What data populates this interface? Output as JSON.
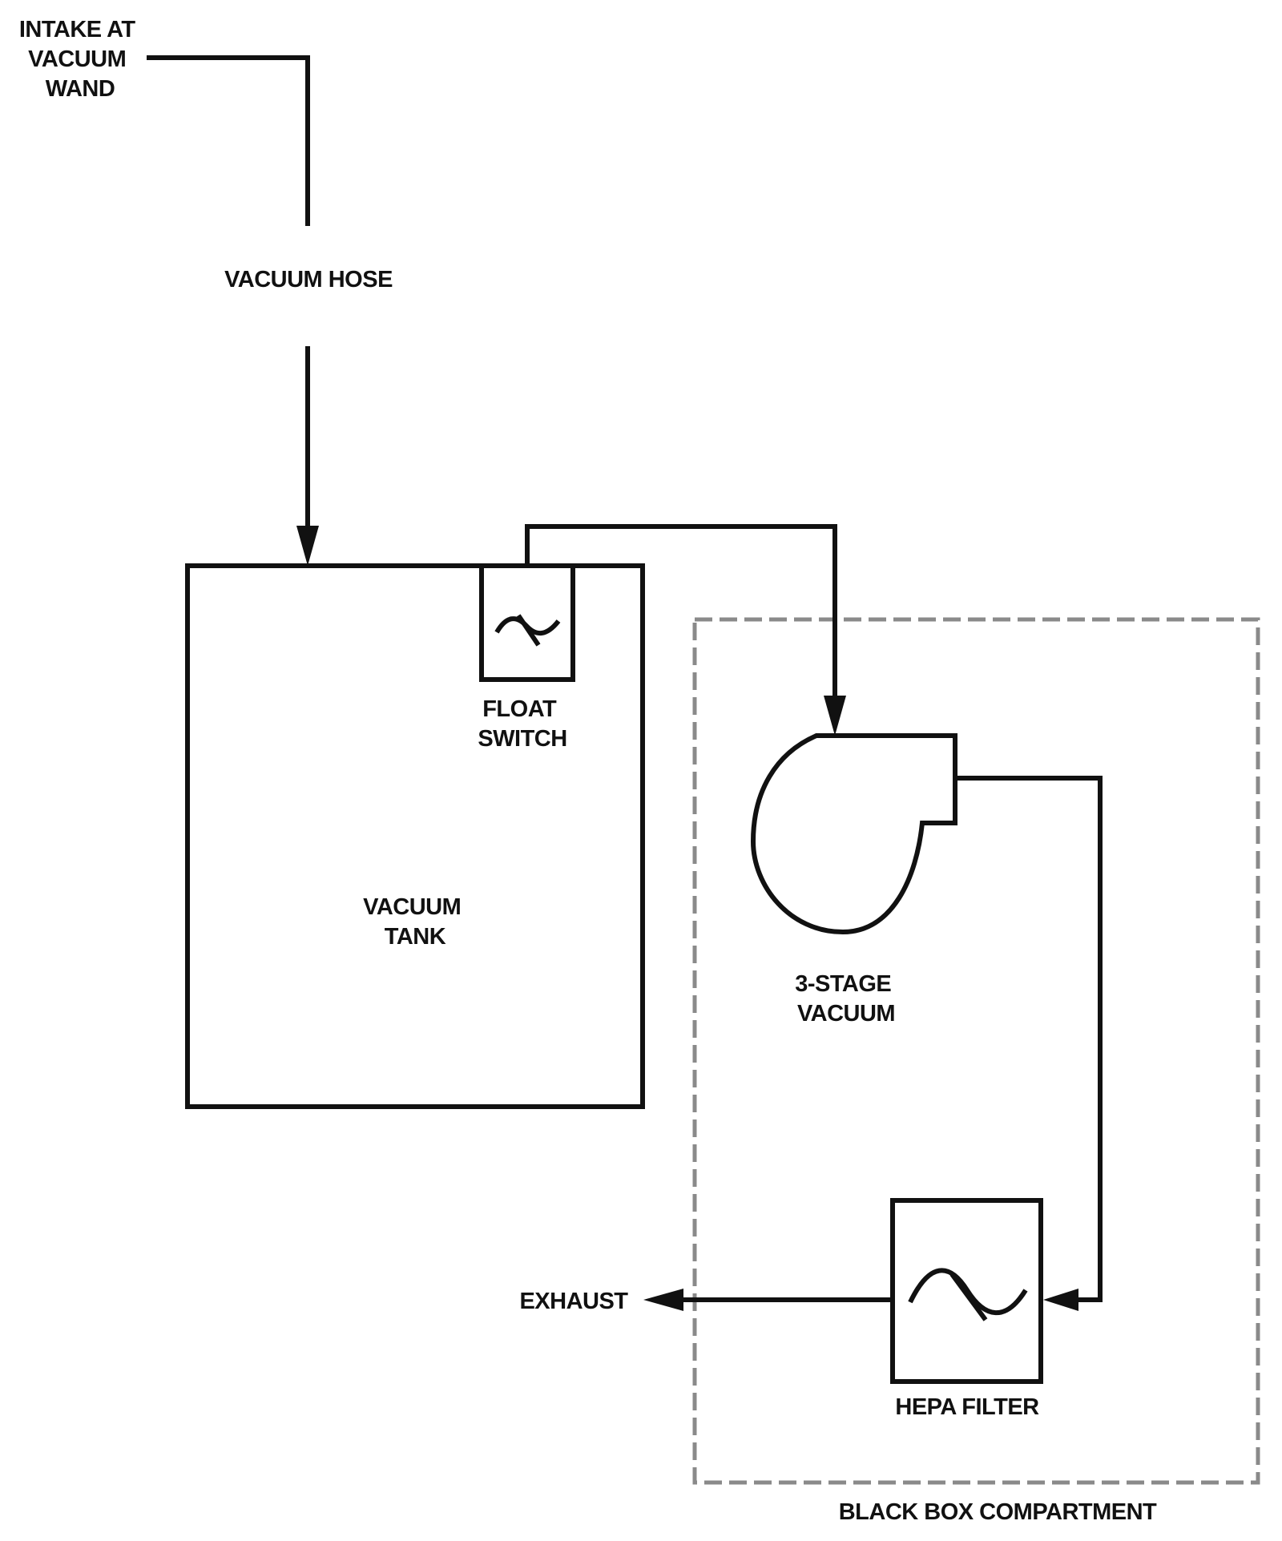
{
  "labels": {
    "intake": [
      "INTAKE AT",
      "VACUUM",
      "WAND"
    ],
    "vacuum_hose": "VACUUM HOSE",
    "float_switch": [
      "FLOAT",
      "SWITCH"
    ],
    "vacuum_tank": [
      "VACUUM",
      "TANK"
    ],
    "three_stage_vacuum": [
      "3-STAGE",
      "VACUUM"
    ],
    "exhaust": "EXHAUST",
    "hepa_filter": "HEPA FILTER",
    "black_box_compartment": "BLACK BOX COMPARTMENT"
  },
  "icons": {
    "float_switch_symbol": "tilde-icon",
    "hepa_filter_symbol": "tilde-icon",
    "vacuum_motor": "blower-icon"
  }
}
